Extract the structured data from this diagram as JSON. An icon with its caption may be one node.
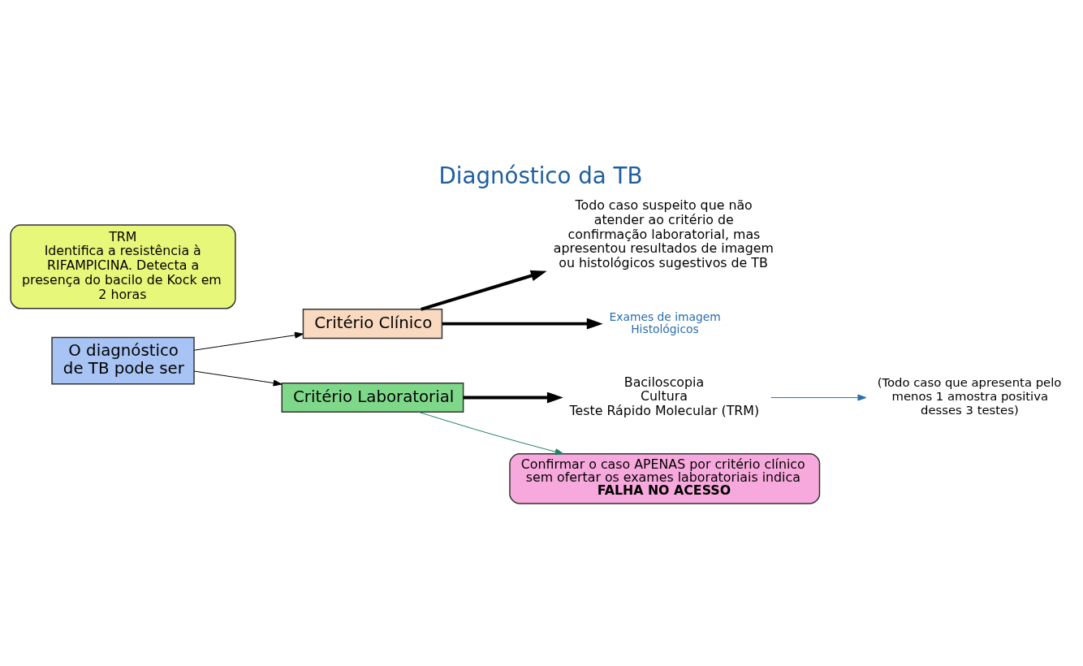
{
  "diagram": {
    "title": "Diagnóstico da TB",
    "nodes": [
      {
        "text": [
          "O diagnóstico de TB pode ser"
        ]
      },
      {
        "text": [
          "Critério Clínico"
        ]
      },
      {
        "text": [
          "Todo caso suspeito que não atender ao critério de confirmação laboratorial, mas apresentou resultados de imagem ou histológicos sugestivos de TB"
        ]
      },
      {
        "text": [
          "Exames de imagem",
          "Histológicos"
        ]
      },
      {
        "text": [
          "Critério Laboratorial"
        ]
      },
      {
        "text": [
          "Baciloscopia",
          "Cultura",
          "Teste Rápido Molecular (TRM)"
        ]
      },
      {
        "text": [
          "(Todo caso que apresenta pelo menos 1 amostra positiva desses 3 testes)"
        ]
      },
      {
        "text": [
          "TRM",
          "Identifica a resistência à RIFAMPICINA. Detecta a presença do bacilo de Kock em 2 horas"
        ]
      },
      {
        "text": [
          "Confirmar o caso APENAS por critério clínico sem ofertar os exames laboratoriais indica **FALHA NO ACESSO**"
        ]
      }
    ],
    "edges": [
      {
        "from": 0,
        "to": 1,
        "arrow": "to"
      },
      {
        "from": 0,
        "to": 4,
        "arrow": "to"
      },
      {
        "from": 1,
        "to": 2,
        "arrow": "to",
        "style": "thick"
      },
      {
        "from": 1,
        "to": 3,
        "arrow": "to",
        "style": "thick"
      },
      {
        "from": 4,
        "to": 5,
        "arrow": "to",
        "style": "thick"
      },
      {
        "from": 5,
        "to": 6,
        "arrow": "to",
        "color": "#2a6db0"
      },
      {
        "from": 4,
        "to": 8,
        "arrow": "to",
        "color": "#1f8060"
      }
    ]
  }
}
